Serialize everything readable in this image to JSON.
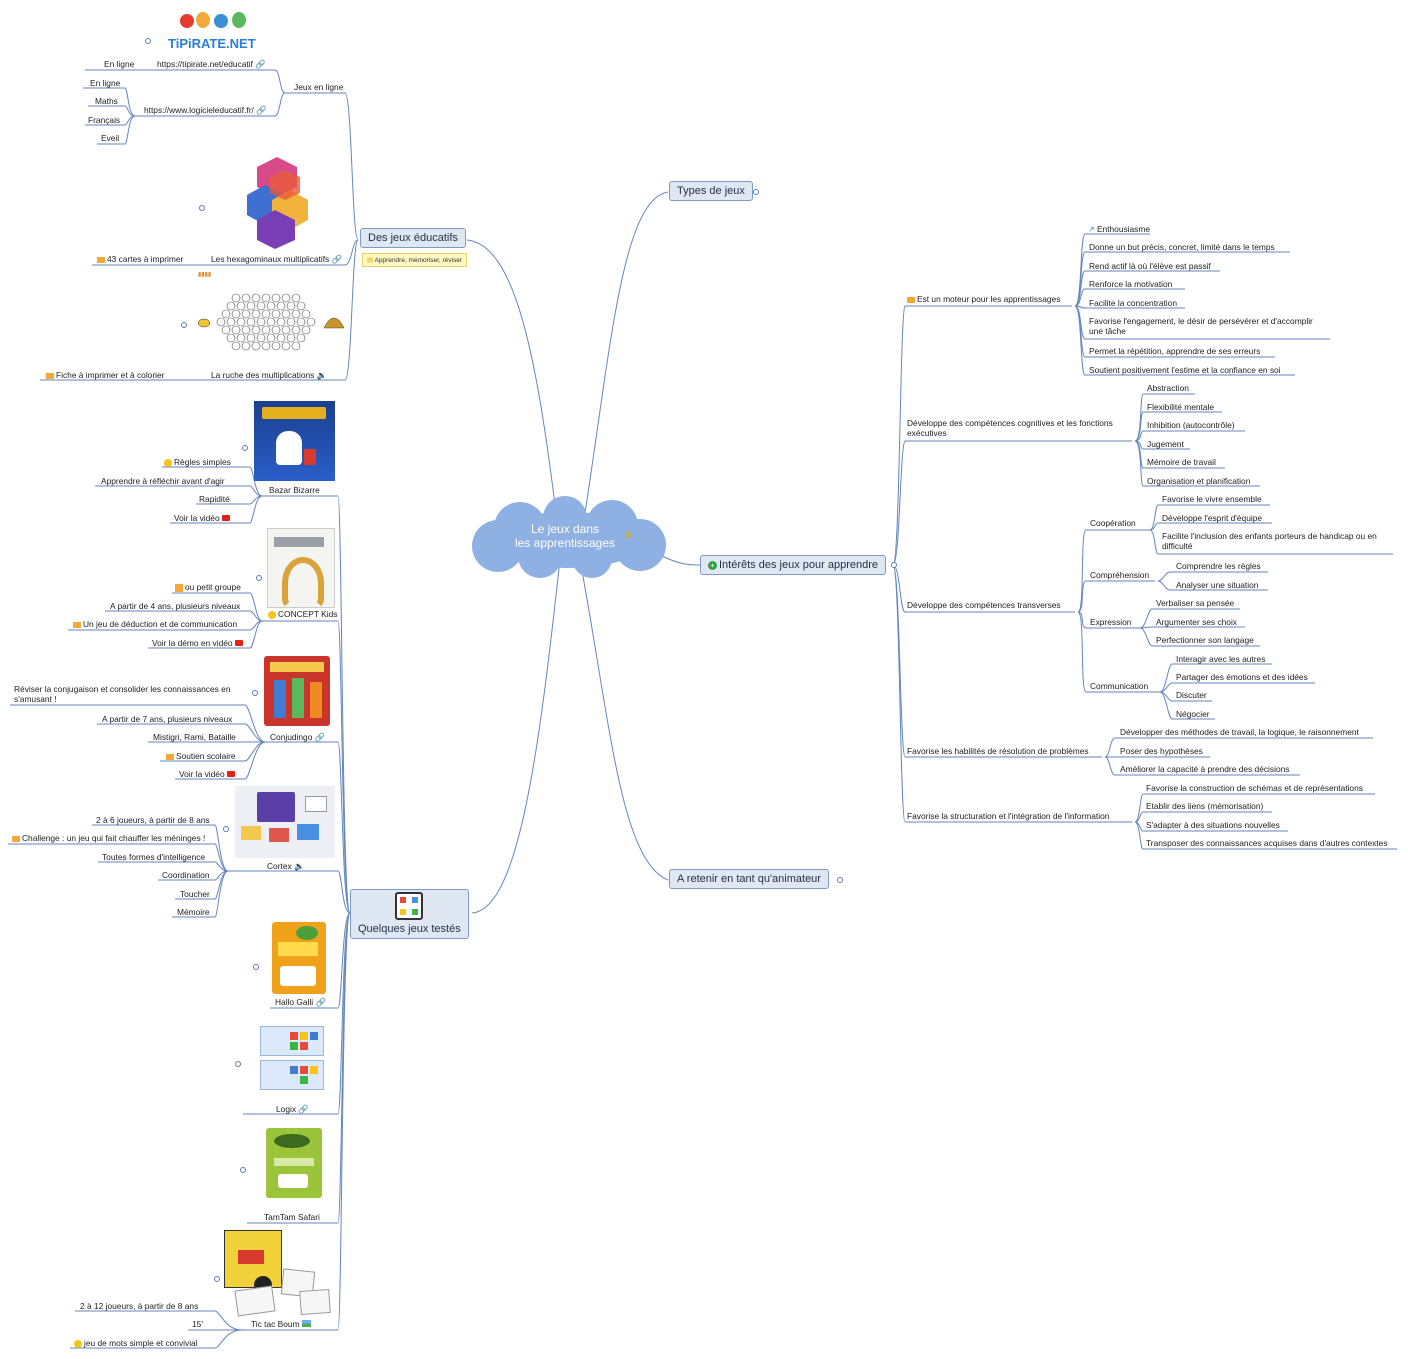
{
  "central": {
    "title_line1": "Le jeux dans",
    "title_line2": "les apprentissages"
  },
  "main_topics": {
    "types": "Types de jeux",
    "interets": "Intérêts des jeux pour apprendre",
    "retenir": "A retenir en tant qu'animateur",
    "educatifs": "Des jeux éducatifs",
    "testes": "Quelques jeux testés"
  },
  "educatifs_note": "Apprendre, mémoriser, réviser",
  "tipirate_logo": "TiPiRATE.NET",
  "educ": {
    "jeux_en_ligne": "Jeux en ligne",
    "tipirate_url": "https://tipirate.net/educatif",
    "tipirate_en_ligne": "En ligne",
    "logiciel_url": "https://www.logicieleducatif.fr/",
    "logiciel_children": [
      "En ligne",
      "Maths",
      "Français",
      "Eveil"
    ],
    "hexa": "Les hexagominaux multiplicatifs",
    "hexa_child": "43 cartes à imprimer",
    "ruche": "La ruche des multiplications",
    "ruche_child": "Fiche à imprimer et à colorier"
  },
  "games": {
    "bazar": {
      "name": "Bazar Bizarre",
      "children": [
        "Règles simples",
        "Apprendre à réfléchir avant d'agir",
        "Rapidité",
        "Voir la vidéo"
      ]
    },
    "concept": {
      "name": "CONCEPT Kids",
      "children": [
        "ou petit groupe",
        "A partir de 4 ans, plusieurs niveaux",
        "Un jeu de déduction et de communication",
        "Voir la démo en vidéo"
      ]
    },
    "conjudingo": {
      "name": "Conjudingo",
      "children": [
        "Réviser la conjugaison et consolider les connaissances en s'amusant !",
        "A partir de 7 ans, plusieurs niveaux",
        "Mistigri, Rami, Bataille",
        "Soutien scolaire",
        "Voir la vidéo"
      ]
    },
    "cortex": {
      "name": "Cortex",
      "children": [
        "2 à 6 joueurs, à partir de 8 ans",
        "Challenge : un jeu qui fait chauffer les méninges !",
        "Toutes formes d'intelligence",
        "Coordination",
        "Toucher",
        "Mémoire"
      ]
    },
    "hallo": {
      "name": "Hallo Galli"
    },
    "logix": {
      "name": "Logix"
    },
    "tamtam": {
      "name": "TamTam Safari"
    },
    "tictac": {
      "name": "Tic tac Boum",
      "children": [
        "2 à 12 joueurs, à partir de 8 ans",
        "15'",
        "jeu de mots simple et convivial"
      ]
    }
  },
  "interets": {
    "moteur": {
      "label": "Est un moteur pour les apprentissages",
      "children": [
        "Enthousiasme",
        "Donne un but précis, concret, limité dans le temps",
        "Rend actif là où l'élève est passif",
        "Renforce la motivation",
        "Facilite la concentration",
        "Favorise l'engagement, le désir de persévérer et d'accomplir une tâche",
        "Permet la répétition, apprendre de ses erreurs",
        "Soutient positivement l'estime et la confiance en soi"
      ]
    },
    "cognitives": {
      "label": "Développe des compétences cognitives et les fonctions exécutives",
      "children": [
        "Abstraction",
        "Flexibilité mentale",
        "Inhibition (autocontrôle)",
        "Jugement",
        "Mémoire de travail",
        "Organisation et planification"
      ]
    },
    "transverses": {
      "label": "Développe des compétences transverses",
      "cooperation": {
        "label": "Coopération",
        "children": [
          "Favorise le vivre ensemble",
          "Développe l'esprit d'équipe",
          "Facilite l'inclusion des enfants porteurs de handicap ou en difficulté"
        ]
      },
      "comprehension": {
        "label": "Compréhension",
        "children": [
          "Comprendre les règles",
          "Analyser une situation"
        ]
      },
      "expression": {
        "label": "Expression",
        "children": [
          "Verbaliser sa pensée",
          "Argumenter ses choix",
          "Perfectionner son langage"
        ]
      },
      "communication": {
        "label": "Communication",
        "children": [
          "Interagir avec les autres",
          "Partager des émotions et des idées",
          "Discuter",
          "Négocier"
        ]
      }
    },
    "problemes": {
      "label": "Favorise les habilités de résolution de problèmes",
      "children": [
        "Développer des méthodes de travail, la logique, le raisonnement",
        "Poser des hypothèses",
        "Améliorer la capacité à prendre des décisions"
      ]
    },
    "structuration": {
      "label": "Favorise la structuration et l'intégration de l'information",
      "children": [
        "Favorise la construction de schémas et de représentations",
        "Etablir des liens (mémorisation)",
        "S'adapter à des situations nouvelles",
        "Transposer des connaissances acquises dans d'autres contextes"
      ]
    }
  },
  "colors": {
    "line": "#4a72b0",
    "topic_bg": "#dfe7f3",
    "cloud": "#8fb0e3",
    "note_bg": "#fff9c4"
  }
}
